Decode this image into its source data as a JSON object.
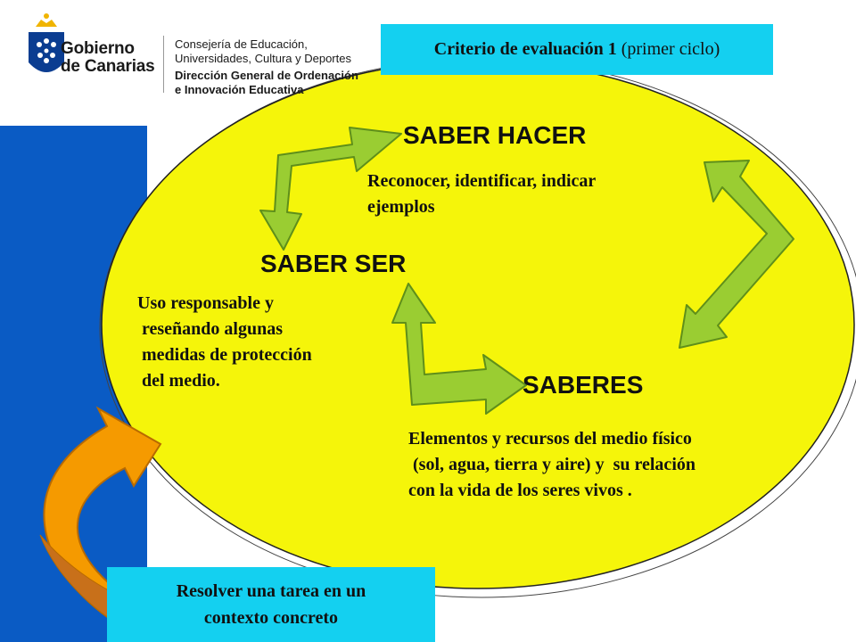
{
  "header": {
    "brand_line1": "Gobierno",
    "brand_line2": "de Canarias",
    "dept_line1": "Consejería de Educación,",
    "dept_line2": "Universidades, Cultura y Deportes",
    "dept_line3": "Dirección General de Ordenación",
    "dept_line4": "e Innovación Educativa"
  },
  "criterio": {
    "bold": "Criterio de evaluación 1",
    "rest": " (primer ciclo)"
  },
  "nodes": {
    "saber_hacer": {
      "title": "SABER HACER",
      "desc": "Reconocer, identificar, indicar\nejemplos"
    },
    "saber_ser": {
      "title": "SABER SER",
      "desc": "Uso responsable y\n reseñando algunas\n medidas de protección\n del medio."
    },
    "saberes": {
      "title": "SABERES",
      "desc": "Elementos y recursos del medio físico\n (sol, agua, tierra y aire) y  su relación\ncon la vida de los seres vivos ."
    }
  },
  "task": {
    "text": "Resolver una tarea en un\ncontexto concreto"
  },
  "colors": {
    "blue_bar": "#0a5bc4",
    "ellipse_fill": "#f5f50a",
    "box_fill": "#14d0f0",
    "arrow_green": "#9acd32",
    "arrow_green_dark": "#5f8f1a",
    "arrow_orange": "#f59a00",
    "arrow_orange_dark": "#b86a00",
    "logo_blue": "#0b3d91",
    "logo_gold": "#f0b400"
  }
}
